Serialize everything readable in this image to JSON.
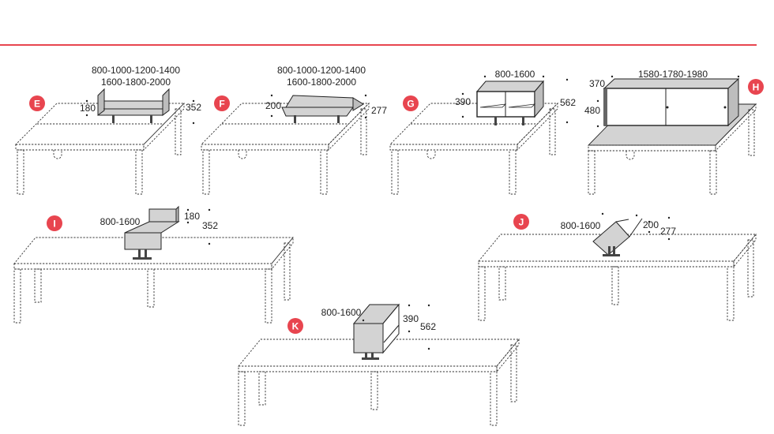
{
  "header": {
    "rule_color": "#e8454f"
  },
  "badge_color": "#e8454f",
  "variants": [
    {
      "id": "E",
      "dims": [
        "800-1000-1200-1400",
        "1600-1800-2000",
        "180",
        "352"
      ]
    },
    {
      "id": "F",
      "dims": [
        "800-1000-1200-1400",
        "1600-1800-2000",
        "200",
        "277"
      ]
    },
    {
      "id": "G",
      "dims": [
        "800-1600",
        "390",
        "562"
      ]
    },
    {
      "id": "H",
      "dims": [
        "1580-1780-1980",
        "370",
        "480"
      ]
    },
    {
      "id": "I",
      "dims": [
        "800-1600",
        "180",
        "352"
      ]
    },
    {
      "id": "J",
      "dims": [
        "800-1600",
        "200",
        "277"
      ]
    },
    {
      "id": "K",
      "dims": [
        "800-1600",
        "390",
        "562"
      ]
    }
  ]
}
